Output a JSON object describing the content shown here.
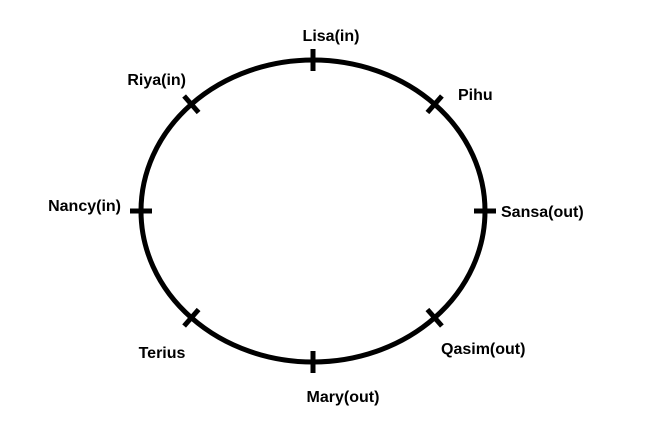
{
  "diagram": {
    "type": "circular-seating-arrangement",
    "colors": {
      "stroke": "#000000",
      "text": "#000000",
      "background": "#ffffff"
    },
    "people": [
      {
        "name": "Lisa(in)"
      },
      {
        "name": "Pihu"
      },
      {
        "name": "Sansa(out)"
      },
      {
        "name": "Qasim(out)"
      },
      {
        "name": "Mary(out)"
      },
      {
        "name": "Terius"
      },
      {
        "name": "Nancy(in)"
      },
      {
        "name": "Riya(in)"
      }
    ]
  }
}
